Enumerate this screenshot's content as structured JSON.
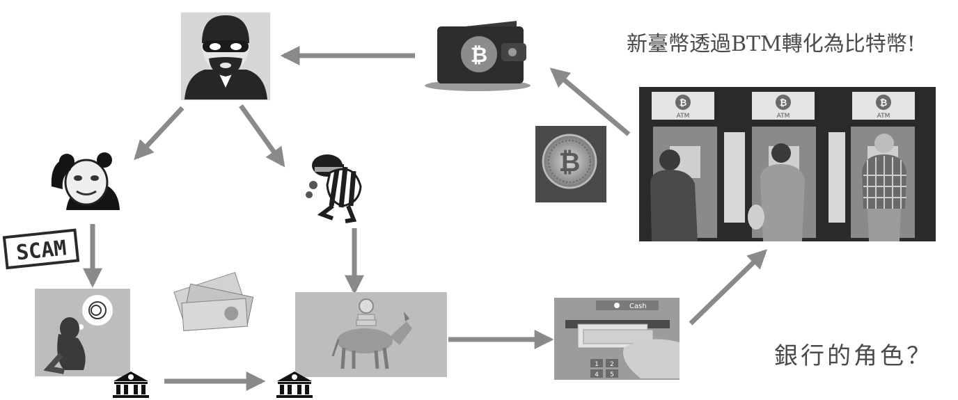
{
  "headline": "新臺幣透過BTM轉化為比特幣!",
  "question": "銀行的角色？",
  "scam_stamp": "SCAM",
  "atm_label": "ATM",
  "cash_label": "Cash",
  "keypad_digits": [
    "1",
    "2",
    "4",
    "5"
  ],
  "nodes": [
    {
      "id": "hacker",
      "icon": "masked-hacker-icon"
    },
    {
      "id": "wallet",
      "icon": "bitcoin-wallet-icon"
    },
    {
      "id": "scammer",
      "icon": "meme-panda-icon"
    },
    {
      "id": "thief",
      "icon": "thief-icon"
    },
    {
      "id": "victim",
      "icon": "distressed-victim-icon"
    },
    {
      "id": "banknotes",
      "icon": "taiwan-banknotes-icon"
    },
    {
      "id": "money-mule",
      "icon": "donkey-coins-icon"
    },
    {
      "id": "atm-cash",
      "icon": "atm-cash-withdrawal-icon"
    },
    {
      "id": "bitcoin-coin",
      "icon": "bitcoin-coin-icon"
    },
    {
      "id": "btm-machines",
      "icon": "bitcoin-atm-photo"
    },
    {
      "id": "bank-1",
      "icon": "bank-icon"
    },
    {
      "id": "bank-2",
      "icon": "bank-icon"
    }
  ],
  "colors": {
    "arrow": "#8a8a8a",
    "text": "#4a4a4a",
    "panel": "#bdbdbd",
    "dark": "#1f1f1f"
  }
}
